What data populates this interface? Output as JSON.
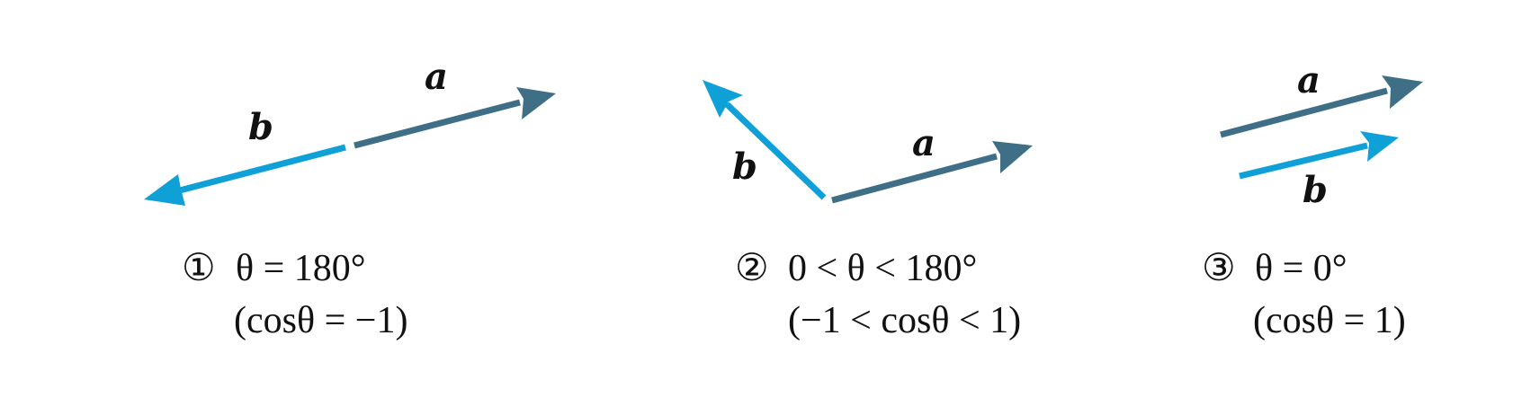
{
  "colors": {
    "vector_a": "#3F6F86",
    "vector_b": "#0FA0D8",
    "text": "#111111",
    "background": "#FFFFFF"
  },
  "panels": [
    {
      "vector_a_label": "a",
      "vector_b_label": "b",
      "marker": "①",
      "condition": "θ = 180°",
      "cosine": "(cosθ = −1)"
    },
    {
      "vector_a_label": "a",
      "vector_b_label": "b",
      "marker": "②",
      "condition": "0 < θ < 180°",
      "cosine": "(−1 < cosθ < 1)"
    },
    {
      "vector_a_label": "a",
      "vector_b_label": "b",
      "marker": "③",
      "condition": "θ = 0°",
      "cosine": "(cosθ = 1)"
    }
  ]
}
